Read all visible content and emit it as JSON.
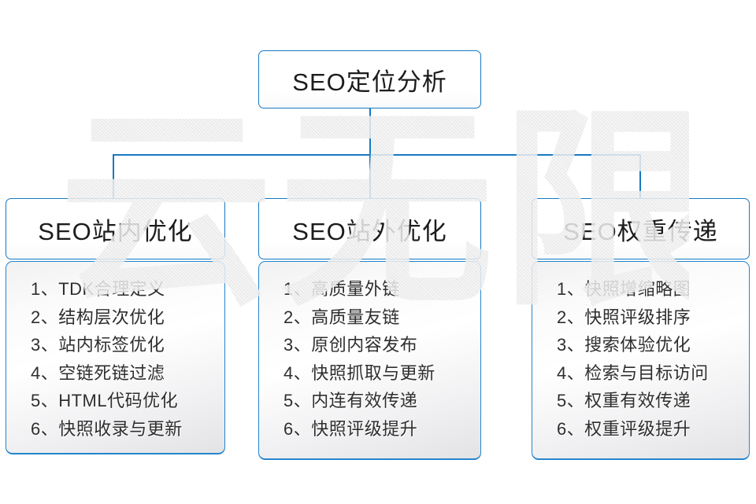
{
  "accent_color": "#1779c2",
  "watermark": {
    "text": "云无限"
  },
  "root_node": {
    "title": "SEO定位分析"
  },
  "columns": [
    {
      "title": "SEO站内优化",
      "items": [
        "1、TDK合理定义",
        "2、结构层次优化",
        "3、站内标签优化",
        "4、空链死链过滤",
        "5、HTML代码优化",
        "6、快照收录与更新"
      ]
    },
    {
      "title": "SEO站外优化",
      "items": [
        "1、高质量外链",
        "2、高质量友链",
        "3、原创内容发布",
        "4、快照抓取与更新",
        "5、内连有效传递",
        "6、快照评级提升"
      ]
    },
    {
      "title": "SEO权重传递",
      "items": [
        "1、快照增缩略图",
        "2、快照评级排序",
        "3、搜索体验优化",
        "4、检索与目标访问",
        "5、权重有效传递",
        "6、权重评级提升"
      ]
    }
  ]
}
